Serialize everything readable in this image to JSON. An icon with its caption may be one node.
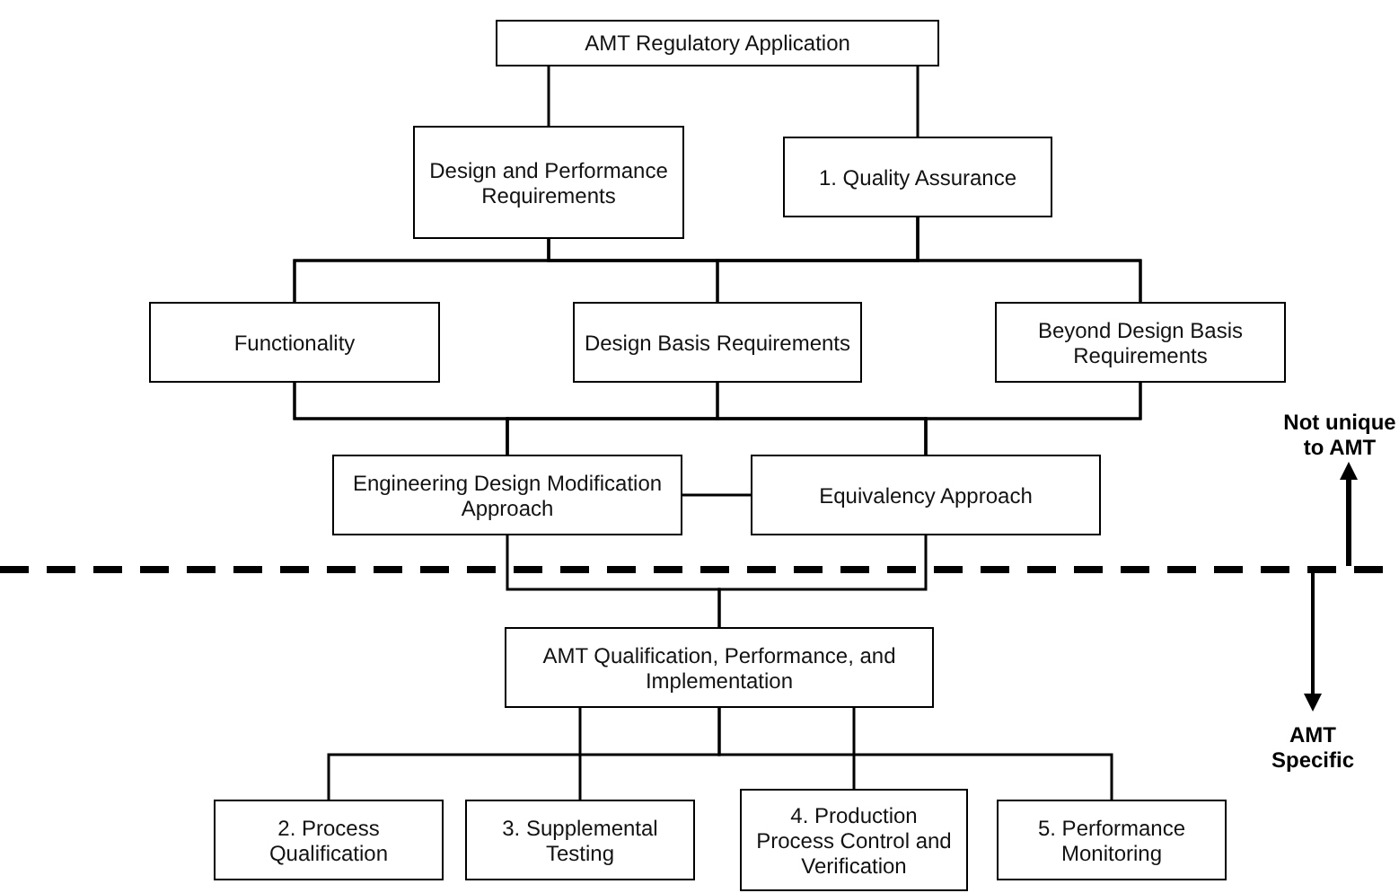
{
  "diagram": {
    "nodes": [
      {
        "text": [
          "AMT Regulatory Application"
        ]
      },
      {
        "text": [
          "Design and Performance Requirements"
        ]
      },
      {
        "text": [
          "1. Quality Assurance"
        ]
      },
      {
        "text": [
          "Functionality"
        ]
      },
      {
        "text": [
          "Design Basis Requirements"
        ]
      },
      {
        "text": [
          "Beyond Design Basis Requirements"
        ]
      },
      {
        "text": [
          "Engineering Design Modification Approach"
        ]
      },
      {
        "text": [
          "Equivalency Approach"
        ]
      },
      {
        "text": [
          "AMT Qualification, Performance, and Implementation"
        ]
      },
      {
        "text": [
          "2. Process Qualification"
        ]
      },
      {
        "text": [
          "3. Supplemental Testing"
        ]
      },
      {
        "text": [
          "4. Production Process Control and Verification"
        ]
      },
      {
        "text": [
          "5. Performance Monitoring"
        ]
      }
    ],
    "edges": [
      {
        "from": 0,
        "to": 1,
        "arrow": "none"
      },
      {
        "from": 0,
        "to": 2,
        "arrow": "none"
      },
      {
        "from": 1,
        "to": 3,
        "arrow": "none"
      },
      {
        "from": 1,
        "to": 4,
        "arrow": "none"
      },
      {
        "from": 1,
        "to": 5,
        "arrow": "none"
      },
      {
        "from": 2,
        "to": 3,
        "arrow": "none"
      },
      {
        "from": 2,
        "to": 4,
        "arrow": "none"
      },
      {
        "from": 2,
        "to": 5,
        "arrow": "none"
      },
      {
        "from": 3,
        "to": 6,
        "arrow": "none"
      },
      {
        "from": 3,
        "to": 7,
        "arrow": "none"
      },
      {
        "from": 4,
        "to": 6,
        "arrow": "none"
      },
      {
        "from": 4,
        "to": 7,
        "arrow": "none"
      },
      {
        "from": 5,
        "to": 6,
        "arrow": "none"
      },
      {
        "from": 5,
        "to": 7,
        "arrow": "none"
      },
      {
        "from": 6,
        "to": 7,
        "arrow": "none"
      },
      {
        "from": 6,
        "to": 8,
        "arrow": "none"
      },
      {
        "from": 7,
        "to": 8,
        "arrow": "none"
      },
      {
        "from": 8,
        "to": 9,
        "arrow": "none"
      },
      {
        "from": 8,
        "to": 10,
        "arrow": "none"
      },
      {
        "from": 8,
        "to": 11,
        "arrow": "none"
      },
      {
        "from": 8,
        "to": 12,
        "arrow": "none"
      }
    ],
    "labels": [
      "Not unique to AMT",
      "AMT Specific"
    ]
  }
}
